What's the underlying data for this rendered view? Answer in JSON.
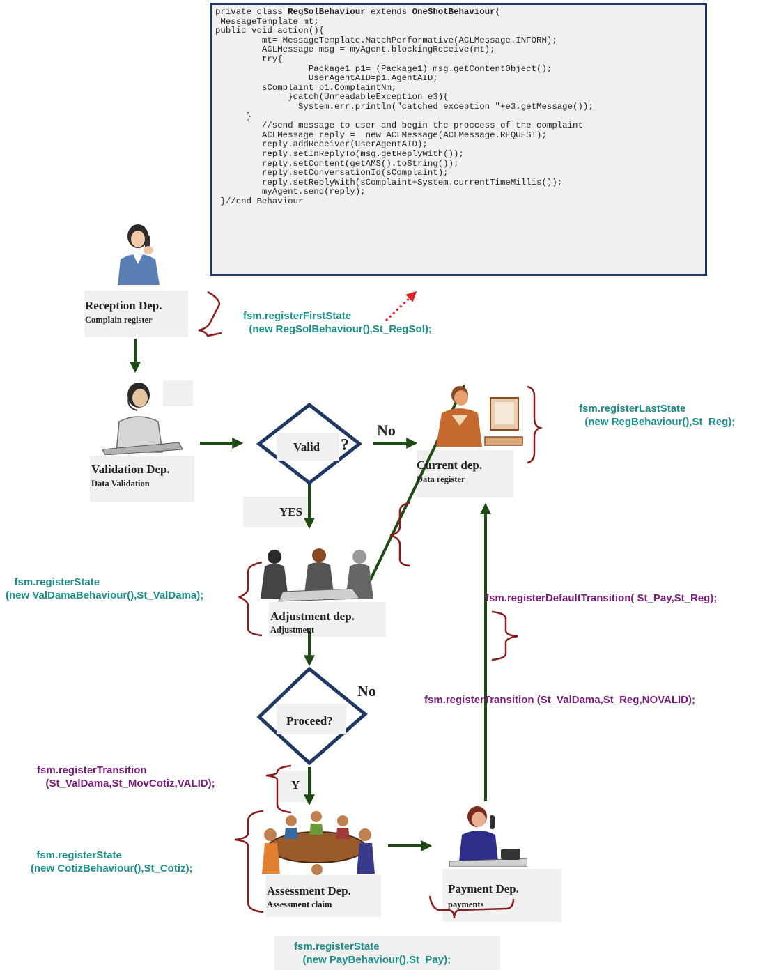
{
  "colors": {
    "arrow": "#1e4b14",
    "diamond_border": "#1f3864",
    "brace": "#8b1a1a",
    "code_border": "#1f3864",
    "label_bg": "#f0f0f0",
    "teal_text": "#1a8f8a",
    "purple_text": "#7b1a7b",
    "dotted_arrow": "#e02020"
  },
  "code": {
    "class_prefix": "private class ",
    "class_name": "RegSolBehaviour",
    "extends_kw": " extends ",
    "base_name": "OneShotBehaviour",
    "open_brace": "{",
    "lines": [
      " MessageTemplate mt;",
      "public void action(){",
      "         mt= MessageTemplate.MatchPerformative(ACLMessage.INFORM);",
      "         ACLMessage msg = myAgent.blockingReceive(mt);",
      "         try{",
      "                  Package1 p1= (Package1) msg.getContentObject();",
      "                  UserAgentAID=p1.AgentAID;",
      "         sComplaint=p1.ComplaintNm;",
      "              }catch(UnreadableException e3){",
      "                System.err.println(\"catched exception \"+e3.getMessage());",
      "      }",
      "         //send message to user and begin the proccess of the complaint",
      "         ACLMessage reply =  new ACLMessage(ACLMessage.REQUEST);",
      "         reply.addReceiver(UserAgentAID);",
      "         reply.setInReplyTo(msg.getReplyWith());",
      "         reply.setContent(getAMS().toString());",
      "         reply.setConversationId(sComplaint);",
      "         reply.setReplyWith(sComplaint+System.currentTimeMillis());",
      "         myAgent.send(reply);",
      " }//end Behaviour"
    ]
  },
  "departments": {
    "reception": {
      "name": "Reception Dep.",
      "sub": "Complain register",
      "figure": "woman-on-phone-icon"
    },
    "validation": {
      "name": "Validation Dep.",
      "sub": "Data Validation",
      "figure": "woman-with-headset-icon"
    },
    "current": {
      "name": "Current dep.",
      "sub": "Data register",
      "figure": "man-at-computer-icon"
    },
    "adjustment": {
      "name": "Adjustment dep.",
      "sub": "Adjustment",
      "figure": "business-meeting-icon"
    },
    "assessment": {
      "name": "Assessment Dep.",
      "sub": "Assessment claim",
      "figure": "conference-table-icon"
    },
    "payment": {
      "name": "Payment Dep.",
      "sub": "payments",
      "figure": "woman-at-phone-desk-icon"
    }
  },
  "decisions": {
    "valid": {
      "label": "Valid",
      "mark": "?"
    },
    "proceed": {
      "label": "Proceed?"
    }
  },
  "edge_labels": {
    "no_1": "No",
    "no_2": "No",
    "yes": "YES",
    "y": "Y"
  },
  "fsm_notes": {
    "register_first_state": {
      "line1": "fsm.registerFirstState",
      "line2": "  (new RegSolBehaviour(),St_RegSol);"
    },
    "register_last_state": {
      "line1": "fsm.registerLastState",
      "line2": "  (new RegBehaviour(),St_Reg);"
    },
    "register_state_valdama": {
      "line1": "   fsm.registerState",
      "line2": "(new ValDamaBehaviour(),St_ValDama);"
    },
    "register_default_transition": {
      "line1": "fsm.registerDefaultTransition( St_Pay,St_Reg);"
    },
    "register_transition_novalid": {
      "line1": "fsm.registerTransition (St_ValDama,St_Reg,NOVALID);"
    },
    "register_transition_valid": {
      "line1": "fsm.registerTransition",
      "line2": "   (St_ValDama,St_MovCotiz,VALID);"
    },
    "register_state_cotiz": {
      "line1": "  fsm.registerState",
      "line2": "(new CotizBehaviour(),St_Cotiz);"
    },
    "register_state_pay": {
      "line1": "fsm.registerState",
      "line2": "   (new PayBehaviour(),St_Pay);"
    }
  }
}
